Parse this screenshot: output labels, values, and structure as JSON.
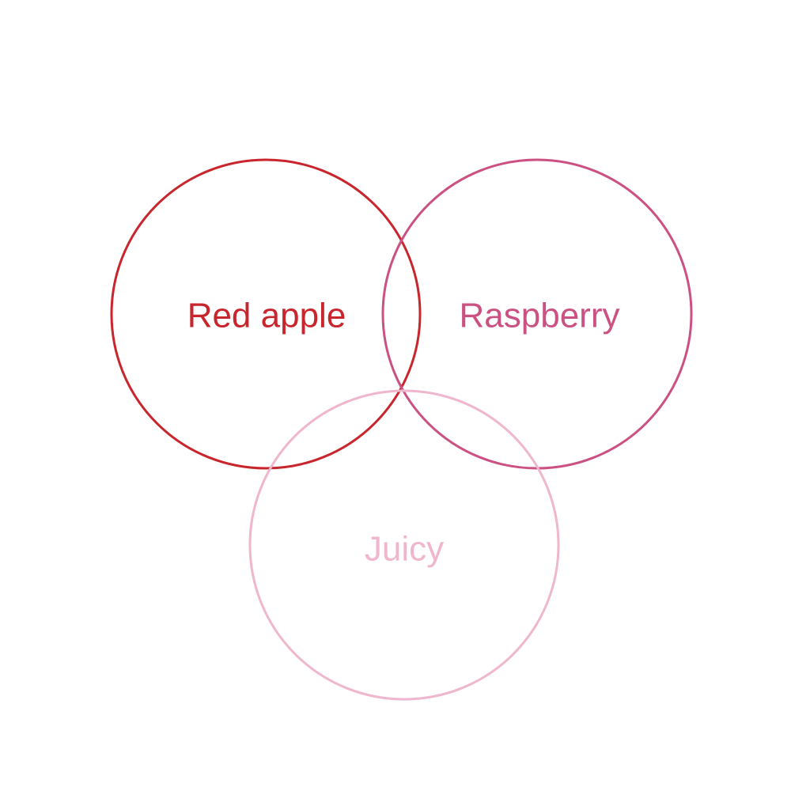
{
  "venn": {
    "sets": [
      {
        "label": "Red apple",
        "color": "#c9252c"
      },
      {
        "label": "Raspberry",
        "color": "#cc5183"
      },
      {
        "label": "Juicy",
        "color": "#efb6cd"
      }
    ]
  }
}
